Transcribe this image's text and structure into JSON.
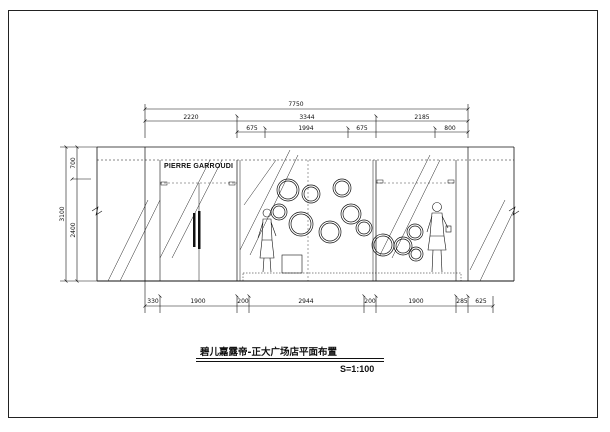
{
  "drawing": {
    "brand_sign": "PIERRE GARROUDI",
    "title": "碧儿嘉露帝-正大广场店平面布置",
    "scale": "S=1:100",
    "top_dimensions": {
      "overall": "7750",
      "tier2": [
        "2220",
        "3344",
        "2185"
      ],
      "tier3": [
        "675",
        "1994",
        "675",
        "800"
      ]
    },
    "bottom_dimensions": [
      "330",
      "1900",
      "200",
      "2944",
      "200",
      "1900",
      "285",
      "625"
    ],
    "left_dimensions": {
      "overall": "3100",
      "parts": [
        "700",
        "2400"
      ]
    }
  }
}
